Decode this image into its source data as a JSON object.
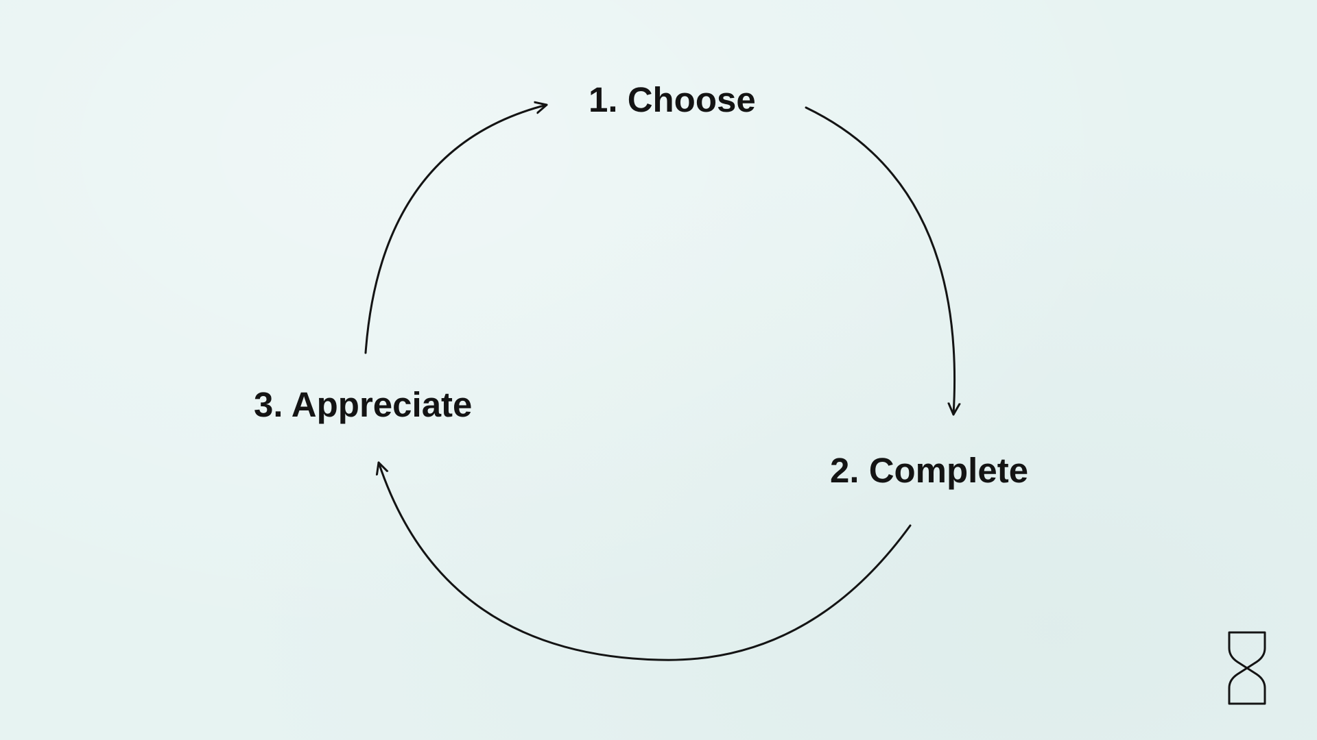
{
  "steps": [
    {
      "label": "1. Choose"
    },
    {
      "label": "2. Complete"
    },
    {
      "label": "3. Appreciate"
    }
  ],
  "colors": {
    "background": "#e7f3f2",
    "ink": "#141414"
  },
  "icons": {
    "logo": "hourglass-icon"
  }
}
